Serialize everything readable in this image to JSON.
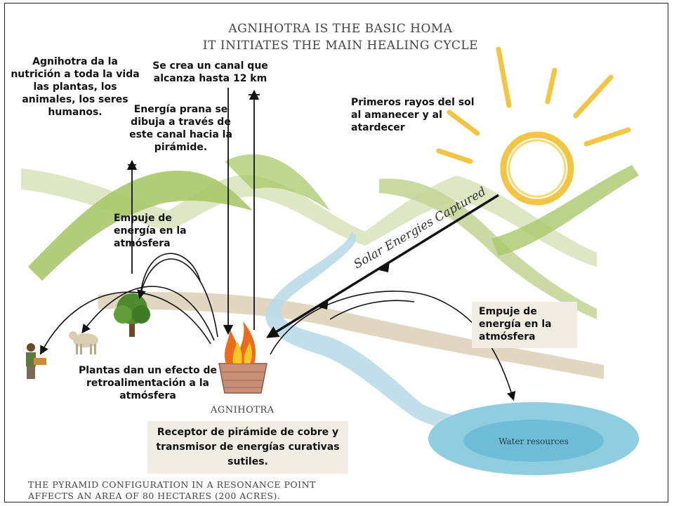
{
  "title_line1": "AGNIHOTRA IS THE BASIC HOMA",
  "title_line2": "IT INITIATES THE MAIN HEALING CYCLE",
  "nutrition_text": "Agnihotra da la nutrición a toda la vida las plantas, los animales, los seres humanos.",
  "channel_text": "Se crea un canal que alcanza hasta 12 km",
  "prana_text": "Energía prana se dibuja a través de este canal hacia la pirámide.",
  "sun_text": "Primeros rayos del sol al amanecer y al atardecer",
  "push_left_text": "Empuje de energía en la atmósfera",
  "push_right_text": "Empuje de energía en la atmósfera",
  "solar_text": "Solar Energies Captured",
  "plants_text": "Plantas dan un efecto de retroalimentación a la atmósfera",
  "agnihotra_label": "AGNIHOTRA",
  "receptor_text": "Receptor de pirámide de cobre y transmisor de energías curativas sutiles.",
  "water_text": "Water resources",
  "footer_line1": "THE PYRAMID CONFIGURATION IN A RESONANCE POINT",
  "footer_line2": "AFFECTS AN AREA OF 80 HECTARES (200 ACRES).",
  "colors": {
    "sun": "#f4c542",
    "hills_green": "#a9c86a",
    "hills_light": "#d8e3b8",
    "land_brown": "#c9b48a",
    "river": "#b9dce8",
    "lake": "#6fbcd6",
    "fire_orange": "#ee6a1c",
    "fire_yellow": "#f9c62a",
    "pyramid_brick": "#c98f77",
    "label_bg": "#f1ede4"
  }
}
